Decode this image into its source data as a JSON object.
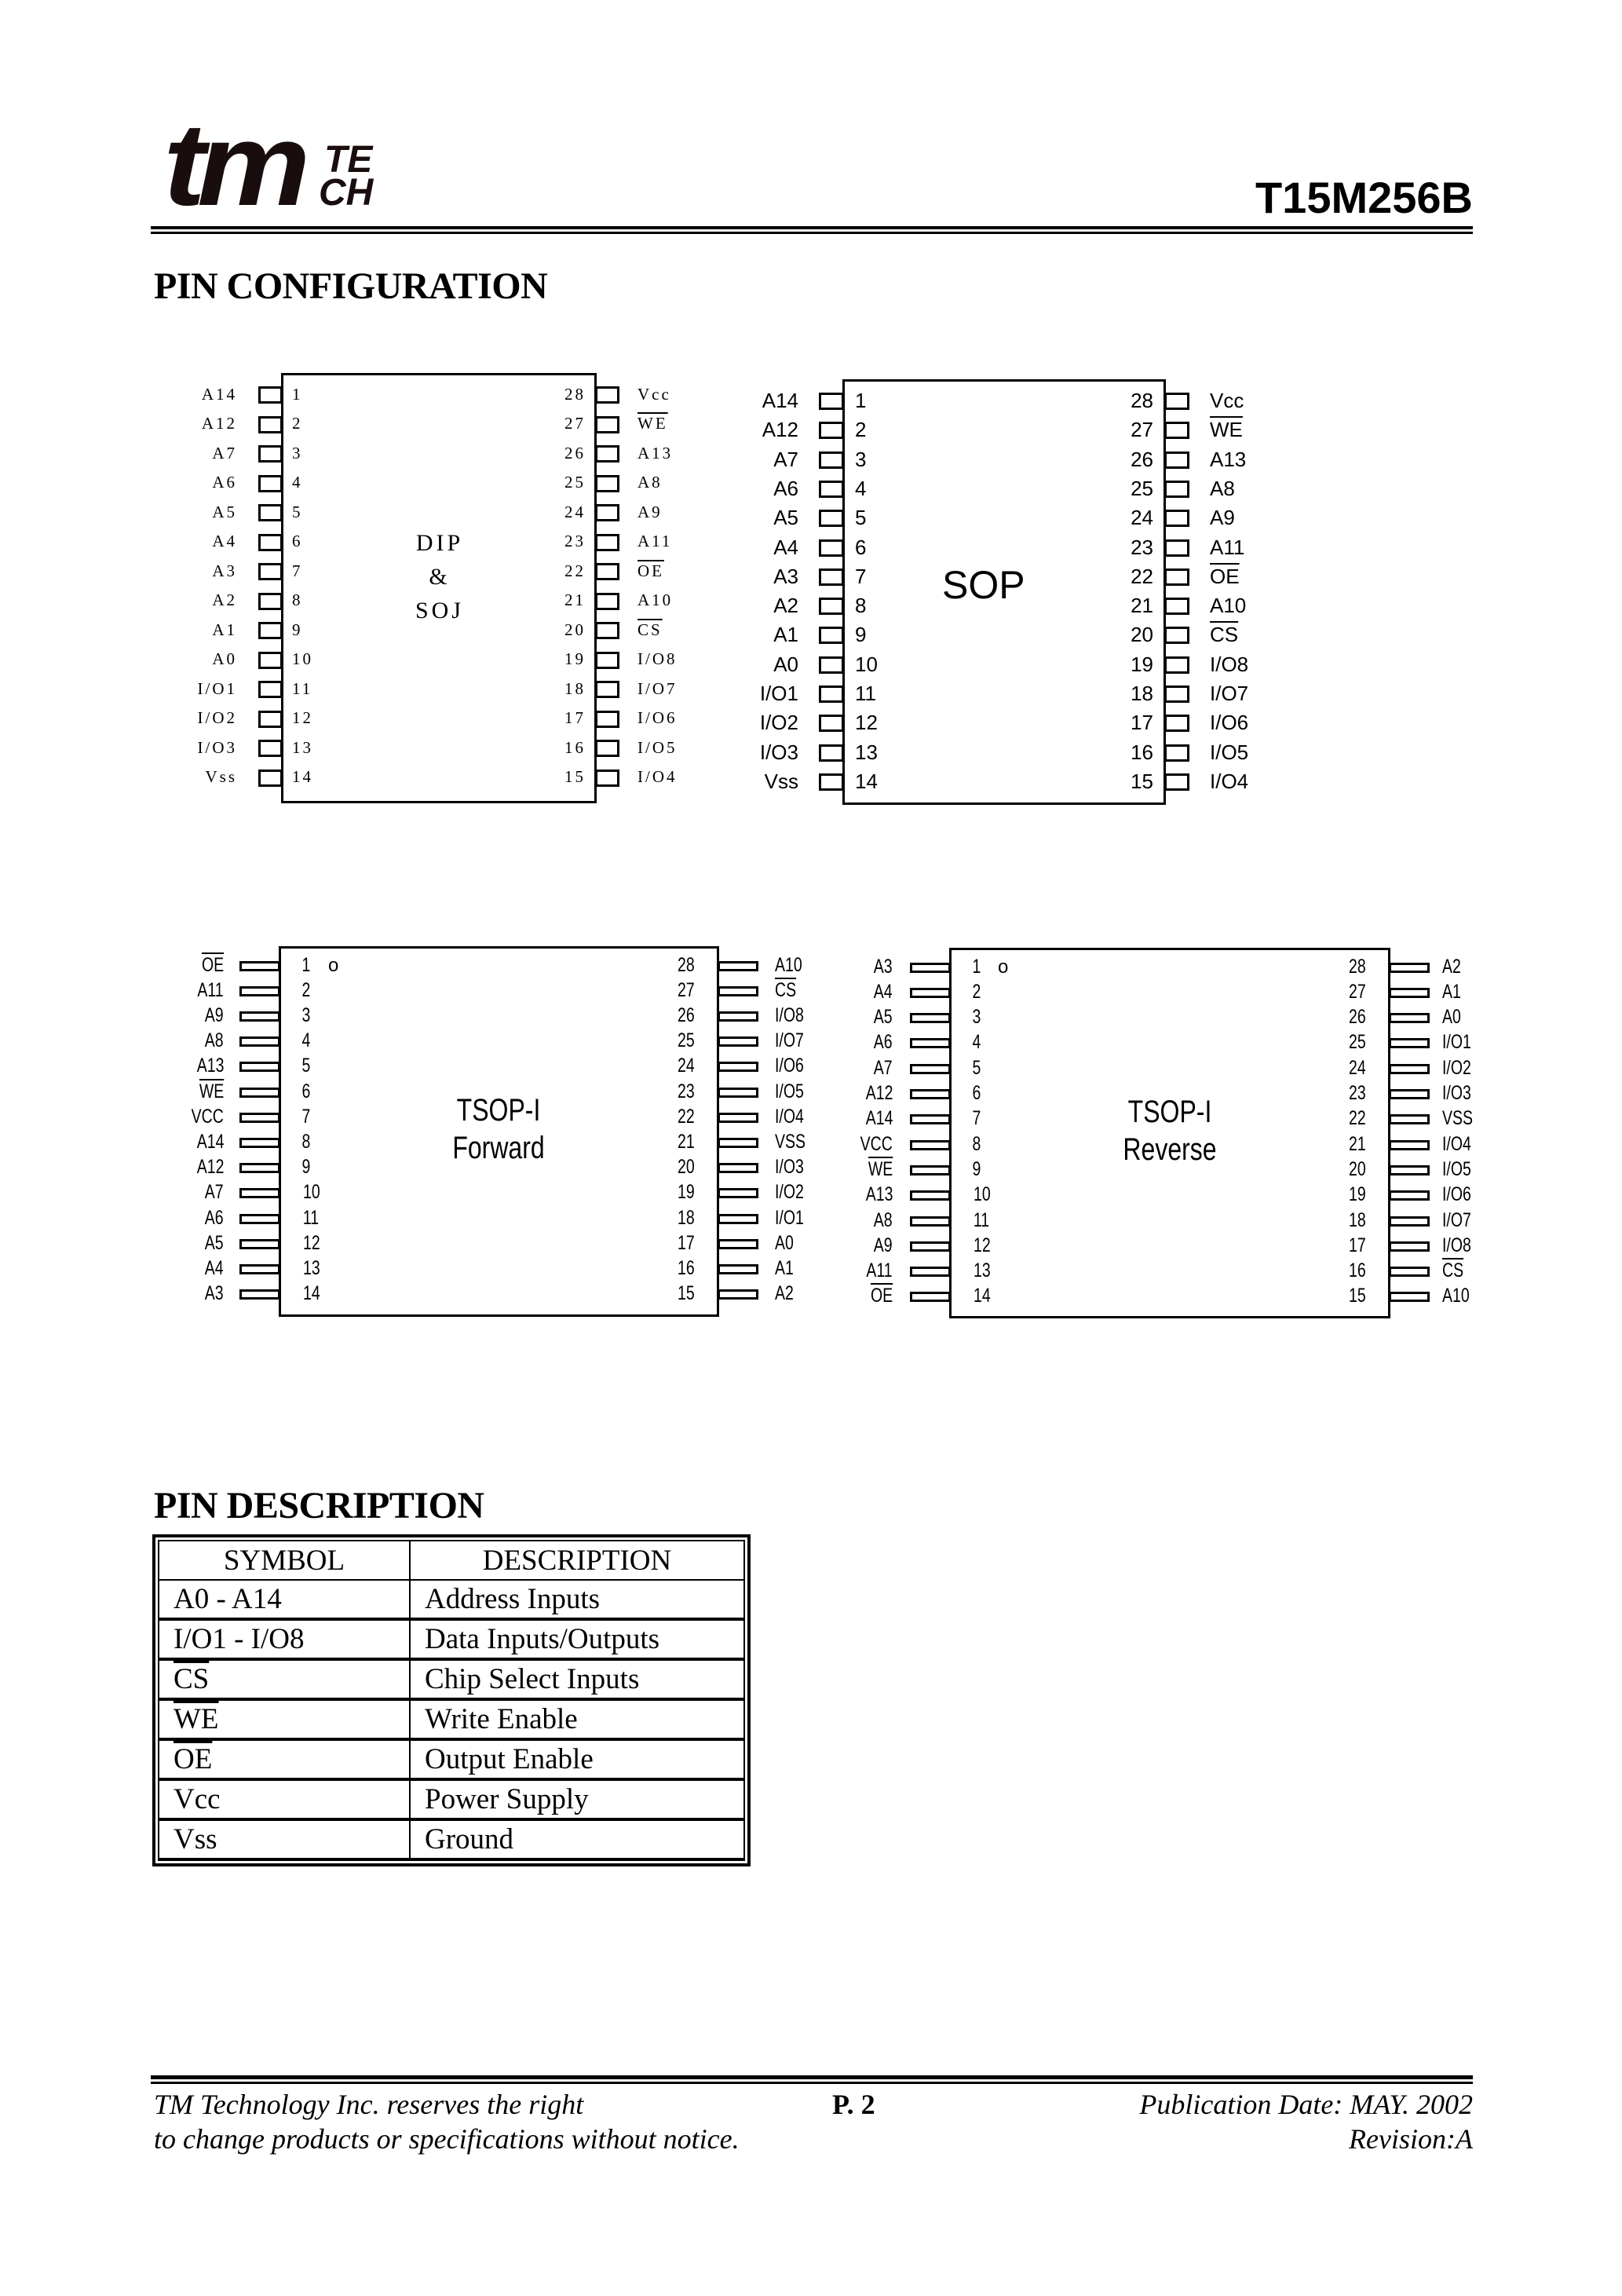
{
  "header": {
    "logo": {
      "main": "tm",
      "sup_top": "TE",
      "sup_bottom": "CH"
    },
    "part_number": "T15M256B"
  },
  "sections": {
    "pin_configuration": "PIN CONFIGURATION",
    "pin_description": "PIN DESCRIPTION"
  },
  "packages": {
    "dip": {
      "title_lines": [
        "DIP",
        "&",
        "SOJ"
      ],
      "left": [
        {
          "pin": "1",
          "name": "A14"
        },
        {
          "pin": "2",
          "name": "A12"
        },
        {
          "pin": "3",
          "name": "A7"
        },
        {
          "pin": "4",
          "name": "A6"
        },
        {
          "pin": "5",
          "name": "A5"
        },
        {
          "pin": "6",
          "name": "A4"
        },
        {
          "pin": "7",
          "name": "A3"
        },
        {
          "pin": "8",
          "name": "A2"
        },
        {
          "pin": "9",
          "name": "A1"
        },
        {
          "pin": "10",
          "name": "A0"
        },
        {
          "pin": "11",
          "name": "I/O1"
        },
        {
          "pin": "12",
          "name": "I/O2"
        },
        {
          "pin": "13",
          "name": "I/O3"
        },
        {
          "pin": "14",
          "name": "Vss"
        }
      ],
      "right": [
        {
          "pin": "28",
          "name": "Vcc"
        },
        {
          "pin": "27",
          "name": "WE",
          "overline": true
        },
        {
          "pin": "26",
          "name": "A13"
        },
        {
          "pin": "25",
          "name": "A8"
        },
        {
          "pin": "24",
          "name": "A9"
        },
        {
          "pin": "23",
          "name": "A11"
        },
        {
          "pin": "22",
          "name": "OE",
          "overline": true
        },
        {
          "pin": "21",
          "name": "A10"
        },
        {
          "pin": "20",
          "name": "CS",
          "overline": true
        },
        {
          "pin": "19",
          "name": "I/O8"
        },
        {
          "pin": "18",
          "name": "I/O7"
        },
        {
          "pin": "17",
          "name": "I/O6"
        },
        {
          "pin": "16",
          "name": "I/O5"
        },
        {
          "pin": "15",
          "name": "I/O4"
        }
      ]
    },
    "sop": {
      "title": "SOP",
      "left": [
        {
          "pin": "1",
          "name": "A14"
        },
        {
          "pin": "2",
          "name": "A12"
        },
        {
          "pin": "3",
          "name": "A7"
        },
        {
          "pin": "4",
          "name": "A6"
        },
        {
          "pin": "5",
          "name": "A5"
        },
        {
          "pin": "6",
          "name": "A4"
        },
        {
          "pin": "7",
          "name": "A3"
        },
        {
          "pin": "8",
          "name": "A2"
        },
        {
          "pin": "9",
          "name": "A1"
        },
        {
          "pin": "10",
          "name": "A0"
        },
        {
          "pin": "11",
          "name": "I/O1"
        },
        {
          "pin": "12",
          "name": "I/O2"
        },
        {
          "pin": "13",
          "name": "I/O3"
        },
        {
          "pin": "14",
          "name": "Vss"
        }
      ],
      "right": [
        {
          "pin": "28",
          "name": "Vcc"
        },
        {
          "pin": "27",
          "name": "WE",
          "overline": true
        },
        {
          "pin": "26",
          "name": "A13"
        },
        {
          "pin": "25",
          "name": "A8"
        },
        {
          "pin": "24",
          "name": "A9"
        },
        {
          "pin": "23",
          "name": "A11"
        },
        {
          "pin": "22",
          "name": "OE",
          "overline": true
        },
        {
          "pin": "21",
          "name": "A10"
        },
        {
          "pin": "20",
          "name": "CS",
          "overline": true
        },
        {
          "pin": "19",
          "name": "I/O8"
        },
        {
          "pin": "18",
          "name": "I/O7"
        },
        {
          "pin": "17",
          "name": "I/O6"
        },
        {
          "pin": "16",
          "name": "I/O5"
        },
        {
          "pin": "15",
          "name": "I/O4"
        }
      ]
    },
    "tsop_forward": {
      "title_lines": [
        "TSOP-I",
        "Forward"
      ],
      "pin1_marker": "o",
      "left": [
        {
          "pin": "1",
          "name": "OE",
          "overline": true
        },
        {
          "pin": "2",
          "name": "A11"
        },
        {
          "pin": "3",
          "name": "A9"
        },
        {
          "pin": "4",
          "name": "A8"
        },
        {
          "pin": "5",
          "name": "A13"
        },
        {
          "pin": "6",
          "name": "WE",
          "overline": true
        },
        {
          "pin": "7",
          "name": "VCC"
        },
        {
          "pin": "8",
          "name": "A14"
        },
        {
          "pin": "9",
          "name": "A12"
        },
        {
          "pin": "10",
          "name": "A7"
        },
        {
          "pin": "11",
          "name": "A6"
        },
        {
          "pin": "12",
          "name": "A5"
        },
        {
          "pin": "13",
          "name": "A4"
        },
        {
          "pin": "14",
          "name": "A3"
        }
      ],
      "right": [
        {
          "pin": "28",
          "name": "A10"
        },
        {
          "pin": "27",
          "name": "CS",
          "overline": true
        },
        {
          "pin": "26",
          "name": "I/O8"
        },
        {
          "pin": "25",
          "name": "I/O7"
        },
        {
          "pin": "24",
          "name": "I/O6"
        },
        {
          "pin": "23",
          "name": "I/O5"
        },
        {
          "pin": "22",
          "name": "I/O4"
        },
        {
          "pin": "21",
          "name": "VSS"
        },
        {
          "pin": "20",
          "name": "I/O3"
        },
        {
          "pin": "19",
          "name": "I/O2"
        },
        {
          "pin": "18",
          "name": "I/O1"
        },
        {
          "pin": "17",
          "name": "A0"
        },
        {
          "pin": "16",
          "name": "A1"
        },
        {
          "pin": "15",
          "name": "A2"
        }
      ]
    },
    "tsop_reverse": {
      "title_lines": [
        "TSOP-I",
        "Reverse"
      ],
      "pin1_marker": "o",
      "left": [
        {
          "pin": "1",
          "name": "A3"
        },
        {
          "pin": "2",
          "name": "A4"
        },
        {
          "pin": "3",
          "name": "A5"
        },
        {
          "pin": "4",
          "name": "A6"
        },
        {
          "pin": "5",
          "name": "A7"
        },
        {
          "pin": "6",
          "name": "A12"
        },
        {
          "pin": "7",
          "name": "A14"
        },
        {
          "pin": "8",
          "name": "VCC"
        },
        {
          "pin": "9",
          "name": "WE",
          "overline": true
        },
        {
          "pin": "10",
          "name": "A13"
        },
        {
          "pin": "11",
          "name": "A8"
        },
        {
          "pin": "12",
          "name": "A9"
        },
        {
          "pin": "13",
          "name": "A11"
        },
        {
          "pin": "14",
          "name": "OE",
          "overline": true
        }
      ],
      "right": [
        {
          "pin": "28",
          "name": "A2"
        },
        {
          "pin": "27",
          "name": "A1"
        },
        {
          "pin": "26",
          "name": "A0"
        },
        {
          "pin": "25",
          "name": "I/O1"
        },
        {
          "pin": "24",
          "name": "I/O2"
        },
        {
          "pin": "23",
          "name": "I/O3"
        },
        {
          "pin": "22",
          "name": "VSS"
        },
        {
          "pin": "21",
          "name": "I/O4"
        },
        {
          "pin": "20",
          "name": "I/O5"
        },
        {
          "pin": "19",
          "name": "I/O6"
        },
        {
          "pin": "18",
          "name": "I/O7"
        },
        {
          "pin": "17",
          "name": "I/O8"
        },
        {
          "pin": "16",
          "name": "CS",
          "overline": true
        },
        {
          "pin": "15",
          "name": "A10"
        }
      ]
    }
  },
  "pin_table": {
    "headers": [
      "SYMBOL",
      "DESCRIPTION"
    ],
    "rows": [
      {
        "symbol": "A0 - A14",
        "description": "Address Inputs"
      },
      {
        "symbol": "I/O1 - I/O8",
        "description": "Data Inputs/Outputs"
      },
      {
        "symbol": "CS",
        "overline": true,
        "description": "Chip Select Inputs"
      },
      {
        "symbol": "WE",
        "overline": true,
        "description": "Write Enable"
      },
      {
        "symbol": "OE",
        "overline": true,
        "description": "Output Enable"
      },
      {
        "symbol": "Vcc",
        "description": "Power Supply"
      },
      {
        "symbol": "Vss",
        "description": "Ground"
      }
    ]
  },
  "footer": {
    "disclaimer_line1": "TM Technology Inc. reserves the right",
    "disclaimer_line2": "to change products or specifications without notice.",
    "page": "P. 2",
    "publication_date": "Publication Date: MAY. 2002",
    "revision": "Revision:A"
  }
}
